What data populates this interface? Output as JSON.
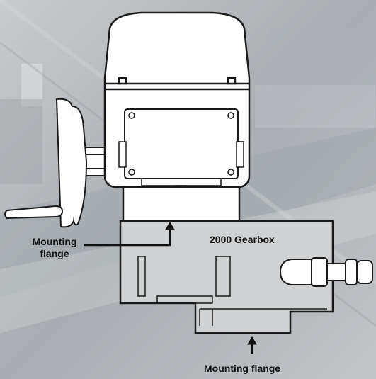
{
  "labels": {
    "left_flange_line1": "Mounting",
    "left_flange_line2": "flange",
    "gearbox": "2000 Gearbox",
    "bottom_flange": "Mounting flange"
  },
  "colors": {
    "background": "#b8bcc0",
    "outline": "#1a1a1a",
    "actuator_body": "#ffffff",
    "gearbox_fill": "#cfd1d3",
    "arrow": "#111111"
  }
}
